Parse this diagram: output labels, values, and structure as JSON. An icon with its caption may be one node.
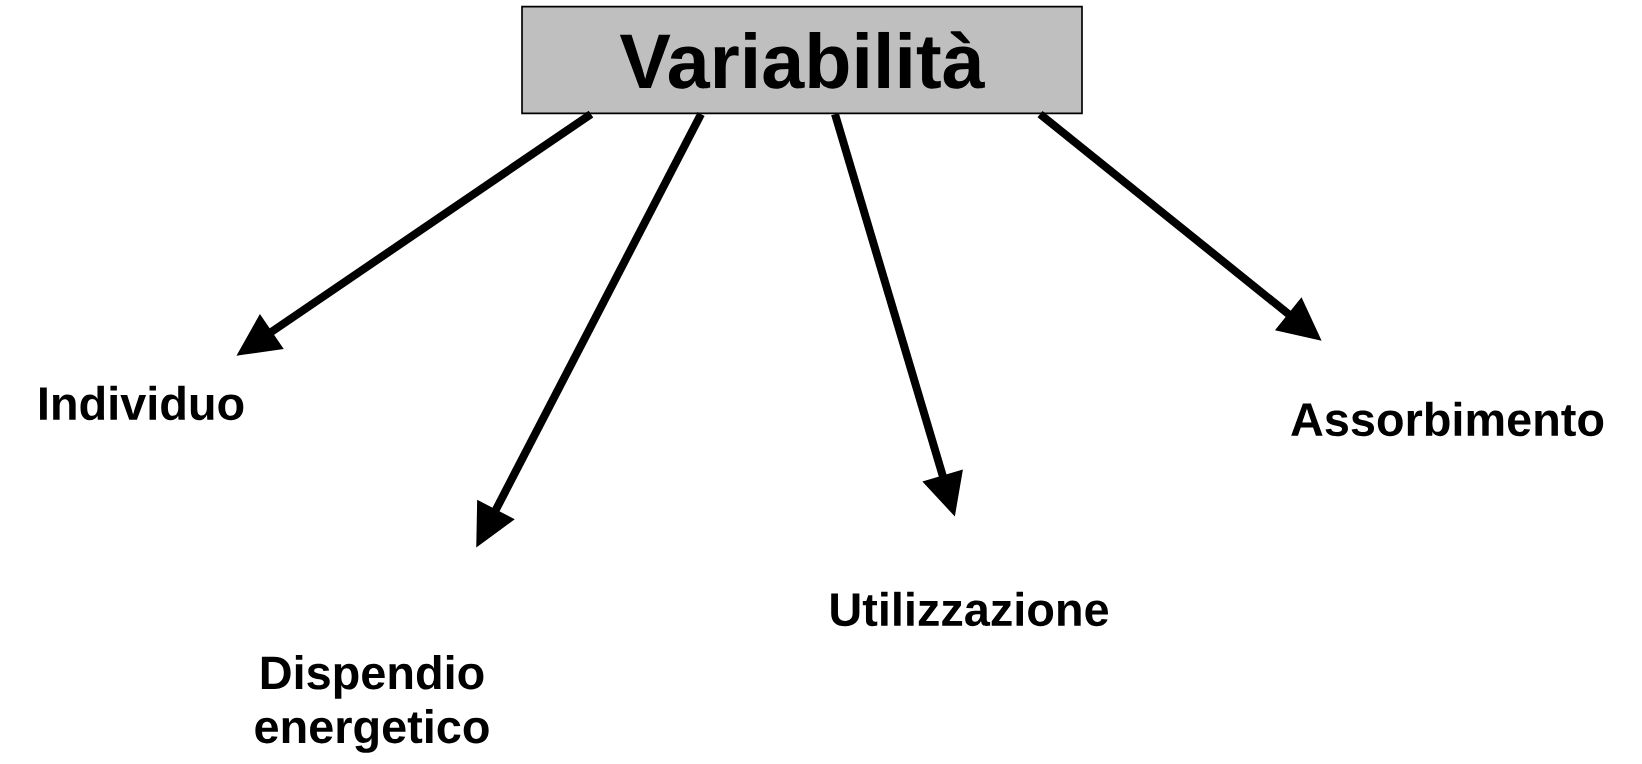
{
  "diagram": {
    "nodes": [
      {
        "text": [
          "Variabilità"
        ]
      },
      {
        "text": [
          "Individuo"
        ]
      },
      {
        "text": [
          "Dispendio energetico"
        ]
      },
      {
        "text": [
          "Utilizzazione"
        ]
      },
      {
        "text": [
          "Assorbimento"
        ]
      }
    ],
    "edges": [
      {
        "from": 0,
        "to": 1,
        "arrow": "to"
      },
      {
        "from": 0,
        "to": 2,
        "arrow": "to"
      },
      {
        "from": 0,
        "to": 3,
        "arrow": "to"
      },
      {
        "from": 0,
        "to": 4,
        "arrow": "to"
      }
    ]
  }
}
